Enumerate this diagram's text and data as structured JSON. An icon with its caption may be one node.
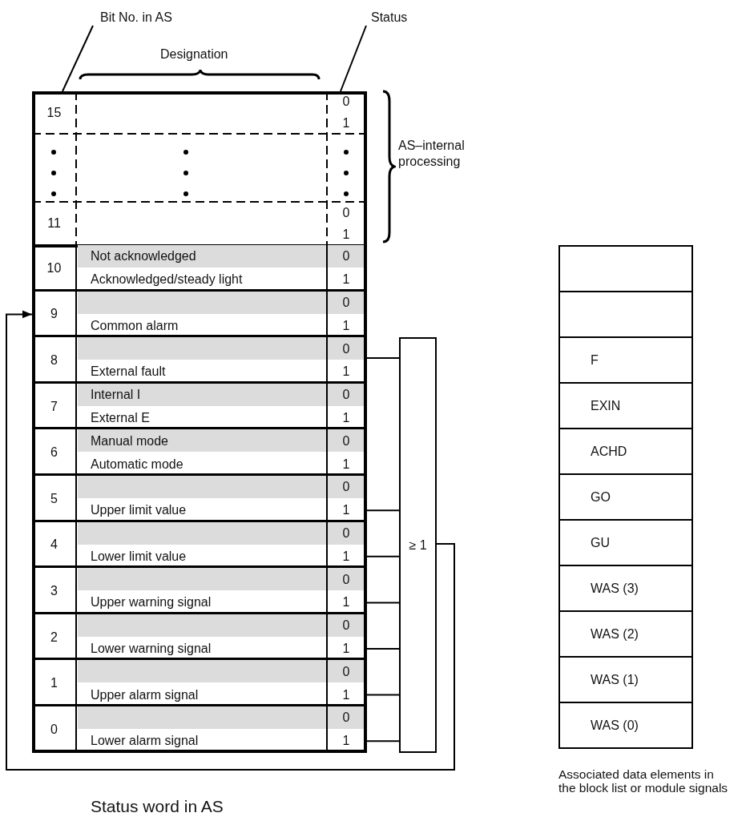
{
  "diagram": {
    "nodes": [
      {
        "text": [
          "Bit No. in AS"
        ]
      },
      {
        "text": [
          "Status"
        ]
      },
      {
        "text": [
          "Status word in AS"
        ]
      },
      {
        "text": [
          "15",
          "0",
          "1"
        ],
        "in": 2
      },
      {
        "text": [
          "11",
          "0",
          "1"
        ],
        "in": 2
      },
      {
        "text": [
          "10",
          "Not acknowledged",
          "Acknowledged/steady light",
          "0",
          "1"
        ],
        "in": 2
      },
      {
        "text": [
          "9",
          "Common alarm",
          "0",
          "1"
        ],
        "in": 2
      },
      {
        "text": [
          "8",
          "External fault",
          "0",
          "1"
        ],
        "in": 2
      },
      {
        "text": [
          "7",
          "Internal I",
          "External E",
          "0",
          "1"
        ],
        "in": 2
      },
      {
        "text": [
          "6",
          "Manual mode",
          "Automatic mode",
          "0",
          "1"
        ],
        "in": 2
      },
      {
        "text": [
          "5",
          "Upper limit value",
          "0",
          "1"
        ],
        "in": 2
      },
      {
        "text": [
          "4",
          "Lower limit value",
          "0",
          "1"
        ],
        "in": 2
      },
      {
        "text": [
          "3",
          "Upper warning signal",
          "0",
          "1"
        ],
        "in": 2
      },
      {
        "text": [
          "2",
          "Lower warning signal",
          "0",
          "1"
        ],
        "in": 2
      },
      {
        "text": [
          "1",
          "Upper alarm signal",
          "0",
          "1"
        ],
        "in": 2
      },
      {
        "text": [
          "0",
          "Lower alarm signal",
          "0",
          "1"
        ],
        "in": 2
      },
      {
        "text": [
          "≥ 1"
        ]
      },
      {
        "text": [
          "Associated data elements in the block list or module signals"
        ]
      },
      {
        "text": [],
        "shape": "box",
        "in": 17
      },
      {
        "text": [],
        "shape": "box",
        "in": 17
      },
      {
        "text": [
          "F"
        ],
        "in": 17
      },
      {
        "text": [
          "EXIN"
        ],
        "in": 17
      },
      {
        "text": [
          "ACHD"
        ],
        "in": 17
      },
      {
        "text": [
          "GO"
        ],
        "in": 17
      },
      {
        "text": [
          "GU"
        ],
        "in": 17
      },
      {
        "text": [
          "WAS (3)"
        ],
        "in": 17
      },
      {
        "text": [
          "WAS (2)"
        ],
        "in": 17
      },
      {
        "text": [
          "WAS (1)"
        ],
        "in": 17
      },
      {
        "text": [
          "WAS (0)"
        ],
        "in": 17
      }
    ],
    "edges": [
      {
        "from": 0,
        "to": 3,
        "arrow": "none"
      },
      {
        "from": 1,
        "to": 3,
        "arrow": "none"
      },
      {
        "from": 7,
        "to": 16,
        "arrow": "none"
      },
      {
        "from": 10,
        "to": 16,
        "arrow": "none"
      },
      {
        "from": 11,
        "to": 16,
        "arrow": "none"
      },
      {
        "from": 12,
        "to": 16,
        "arrow": "none"
      },
      {
        "from": 13,
        "to": 16,
        "arrow": "none"
      },
      {
        "from": 14,
        "to": 16,
        "arrow": "none"
      },
      {
        "from": 15,
        "to": 16,
        "arrow": "none"
      },
      {
        "from": 16,
        "to": 6,
        "arrow": "to"
      }
    ],
    "labels": [
      "Designation",
      "AS–internal processing"
    ]
  }
}
